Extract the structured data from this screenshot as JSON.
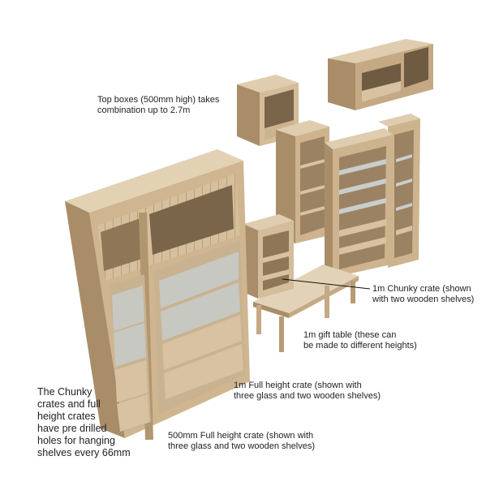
{
  "colors": {
    "wood_light": "#d8c2a2",
    "wood_mid": "#c4a984",
    "wood_dark": "#a88d68",
    "wood_shadow": "#8e7656",
    "glass": "#cfd3d2",
    "leader": "#111111"
  },
  "annotations": {
    "top_boxes": "Top boxes (500mm high) takes\ncombination up to 2.7m",
    "chunky_crate": "1m Chunky crate (shown\nwith two wooden shelves)",
    "gift_table": "1m gift table (these can\nbe made to different heights)",
    "full_height_1m": "1m Full height crate (shown with\nthree glass and two wooden shelves)",
    "full_height_500": "500mm Full height crate (shown with\nthree glass and two wooden shelves)",
    "drilled_holes": "The Chunky\ncrates and full\nheight crates\nhave pre drilled\nholes for hanging\nshelves every 66mm"
  }
}
